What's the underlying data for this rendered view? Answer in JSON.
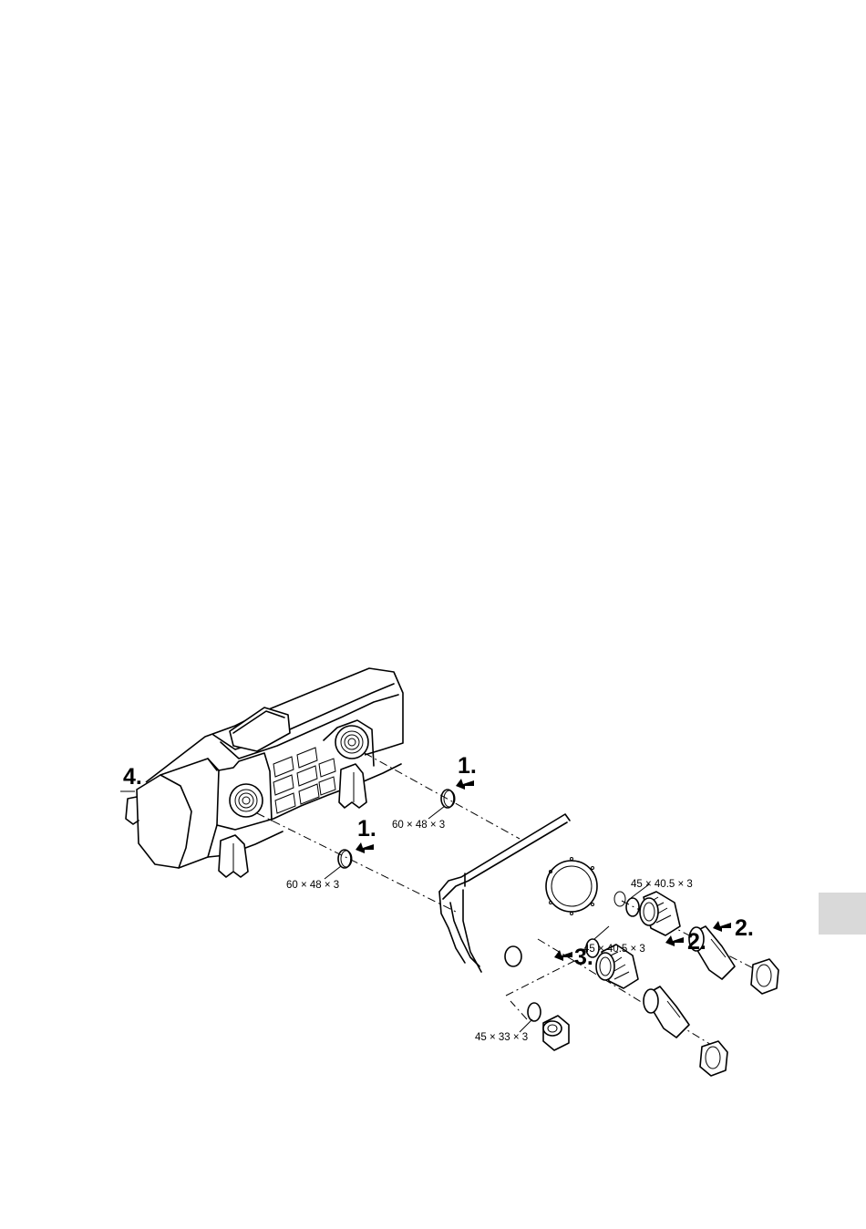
{
  "labels": {
    "step1": "1.",
    "step2": "2.",
    "step3": "3.",
    "step4": "4."
  },
  "dimensions": {
    "oring_large": "60 × 48 × 3",
    "oring_medium": "45 × 40.5 × 3",
    "oring_small": "45 × 33 × 3"
  },
  "colors": {
    "line": "#000000",
    "page_tab": "#d9d9d9"
  }
}
